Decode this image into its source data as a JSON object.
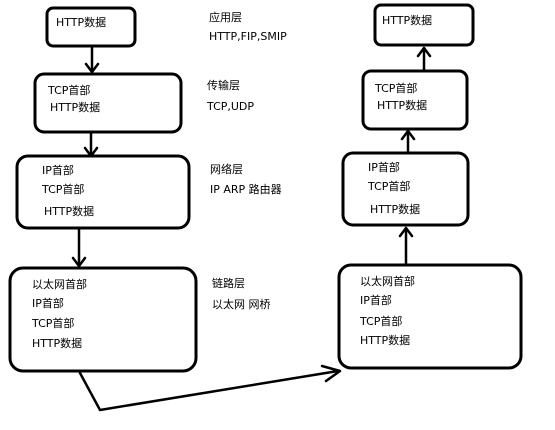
{
  "left_stack": {
    "app_box": {
      "lines": [
        "HTTP数据"
      ]
    },
    "transport_box": {
      "lines": [
        "TCP首部",
        "HTTP数据"
      ]
    },
    "network_box": {
      "lines": [
        "IP首部",
        "TCP首部",
        "HTTP数据"
      ]
    },
    "link_box": {
      "lines": [
        "以太网首部",
        "IP首部",
        "TCP首部",
        "HTTP数据"
      ]
    }
  },
  "layer_labels": [
    {
      "name": "应用层",
      "detail": "HTTP,FIP,SMIP"
    },
    {
      "name": "传输层",
      "detail": "TCP,UDP"
    },
    {
      "name": "网络层",
      "detail": "IP ARP 路由器"
    },
    {
      "name": "链路层",
      "detail": "以太网 网桥"
    }
  ],
  "right_stack": {
    "app_box": {
      "lines": [
        "HTTP数据"
      ]
    },
    "transport_box": {
      "lines": [
        "TCP首部",
        "HTTP数据"
      ]
    },
    "network_box": {
      "lines": [
        "IP首部",
        "TCP首部",
        "HTTP数据"
      ]
    },
    "link_box": {
      "lines": [
        "以太网首部",
        "IP首部",
        "TCP首部",
        "HTTP数据"
      ]
    }
  }
}
